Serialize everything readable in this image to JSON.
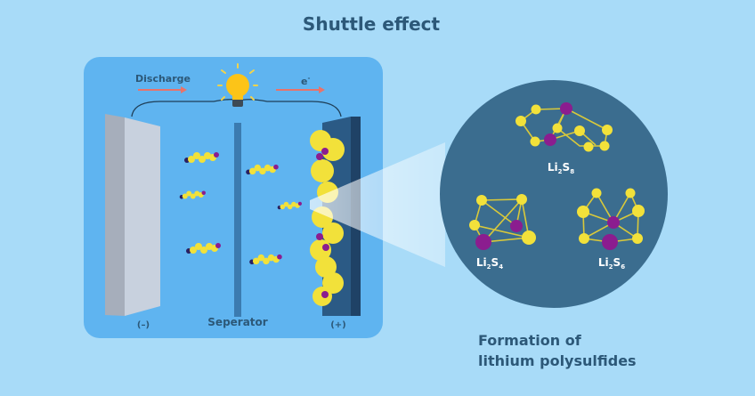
{
  "title": "Shuttle effect",
  "battery": {
    "discharge_label": "Discharge",
    "electron_label": "e",
    "electron_sup": "-",
    "anode_label": "(–)",
    "separator_label": "Seperator",
    "cathode_label": "(+)"
  },
  "molecules": [
    {
      "base1": "Li",
      "sub1": "2",
      "base2": "S",
      "sub2": "8"
    },
    {
      "base1": "Li",
      "sub1": "2",
      "base2": "S",
      "sub2": "4"
    },
    {
      "base1": "Li",
      "sub1": "2",
      "base2": "S",
      "sub2": "6"
    }
  ],
  "caption": {
    "line1": "Formation of",
    "line2": "lithium polysulfides"
  },
  "colors": {
    "background": "#a8dbf8",
    "battery": "#5fb4f0",
    "zoom_circle": "#3b6d8f",
    "sulfur": "#f2e13a",
    "lithium": "#8b1d8f",
    "arrow": "#e8736a"
  }
}
